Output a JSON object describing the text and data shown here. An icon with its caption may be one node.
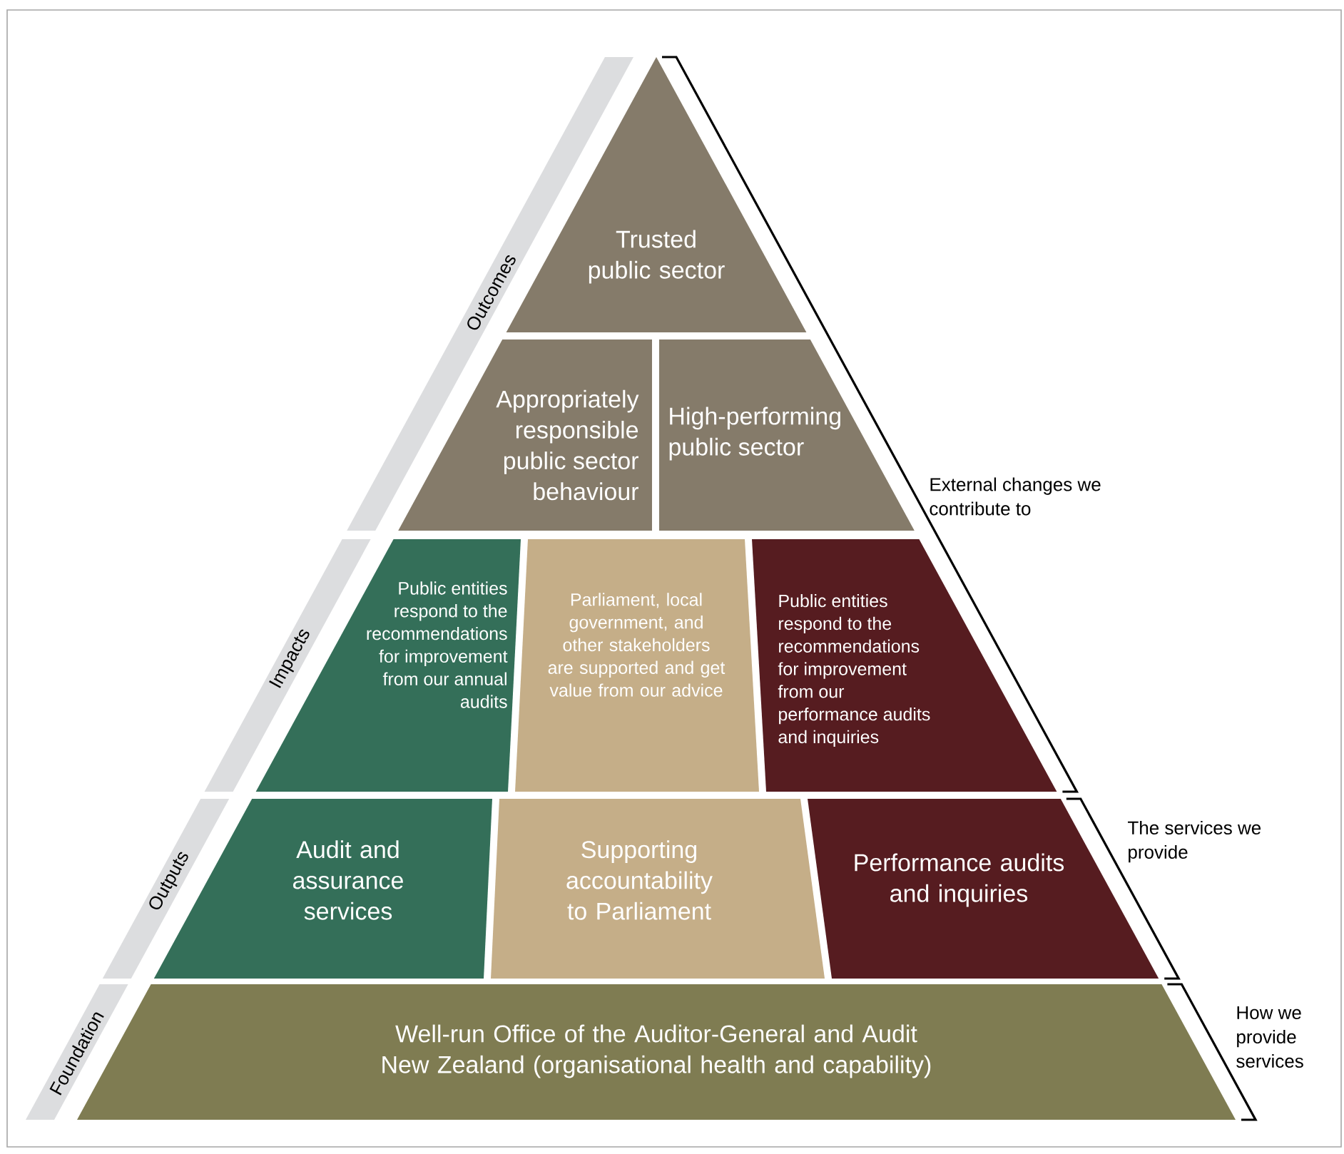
{
  "diagram": {
    "nodes": [
      {
        "text": [
          "Outcomes"
        ]
      },
      {
        "text": [
          "Trusted public sector"
        ]
      },
      {
        "text": [
          "Appropriately responsible public sector behaviour"
        ]
      },
      {
        "text": [
          "High-performing public sector"
        ]
      },
      {
        "text": [
          "Impacts"
        ]
      },
      {
        "text": [
          "Public entities respond to the recommendations for improvement from our annual audits"
        ]
      },
      {
        "text": [
          "Parliament, local government, and other stakeholders are supported and get value from our advice"
        ]
      },
      {
        "text": [
          "Public entities respond to the recommendations for improvement from our performance audits and inquiries"
        ]
      },
      {
        "text": [
          "Outputs"
        ]
      },
      {
        "text": [
          "Audit and assurance services"
        ]
      },
      {
        "text": [
          "Supporting accountability to Parliament"
        ]
      },
      {
        "text": [
          "Performance audits and inquiries"
        ]
      },
      {
        "text": [
          "Foundation"
        ]
      },
      {
        "text": [
          "Well-run Office of the Auditor-General and Audit New Zealand (organisational health and capability)"
        ]
      }
    ],
    "labels": [
      "External changes we contribute to",
      "The services we provide",
      "How we provide services"
    ]
  }
}
